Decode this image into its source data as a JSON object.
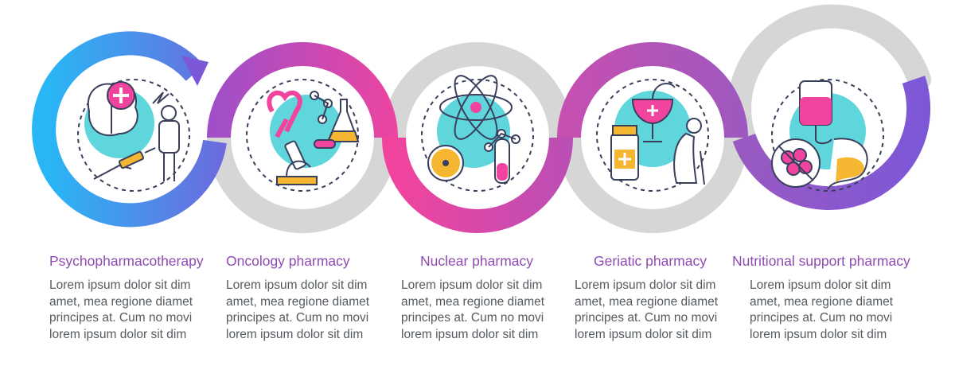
{
  "colors": {
    "blue": "#29b6f6",
    "violet": "#7c58d8",
    "pink": "#f0449e",
    "purple": "#9b59c0",
    "gray": "#d6d6d6",
    "teal": "#5fd6dc",
    "title": "#8e4bb0",
    "body": "#555a5f"
  },
  "steps": [
    {
      "title": "Psychopharmacotherapy",
      "body": [
        "Lorem ipsum dolor sit dim",
        "amet, mea regione diamet",
        "principes at. Cum no movi",
        "lorem ipsum dolor sit dim"
      ],
      "icon": "psychopharmacotherapy-icon"
    },
    {
      "title": "Oncology pharmacy",
      "body": [
        "Lorem ipsum dolor sit dim",
        "amet, mea regione diamet",
        "principes at. Cum no movi",
        "lorem ipsum dolor sit dim"
      ],
      "icon": "oncology-pharmacy-icon"
    },
    {
      "title": "Nuclear pharmacy",
      "body": [
        "Lorem ipsum dolor sit dim",
        "amet, mea regione diamet",
        "principes at. Cum no movi",
        "lorem ipsum dolor sit dim"
      ],
      "icon": "nuclear-pharmacy-icon"
    },
    {
      "title": "Geriatic pharmacy",
      "body": [
        "Lorem ipsum dolor sit dim",
        "amet, mea regione diamet",
        "principes at. Cum no movi",
        "lorem ipsum dolor sit dim"
      ],
      "icon": "geriatric-pharmacy-icon"
    },
    {
      "title": "Nutritional support pharmacy",
      "body": [
        "Lorem ipsum dolor sit dim",
        "amet, mea regione diamet",
        "principes at. Cum no movi",
        "lorem ipsum dolor sit dim"
      ],
      "icon": "nutritional-support-icon"
    }
  ]
}
